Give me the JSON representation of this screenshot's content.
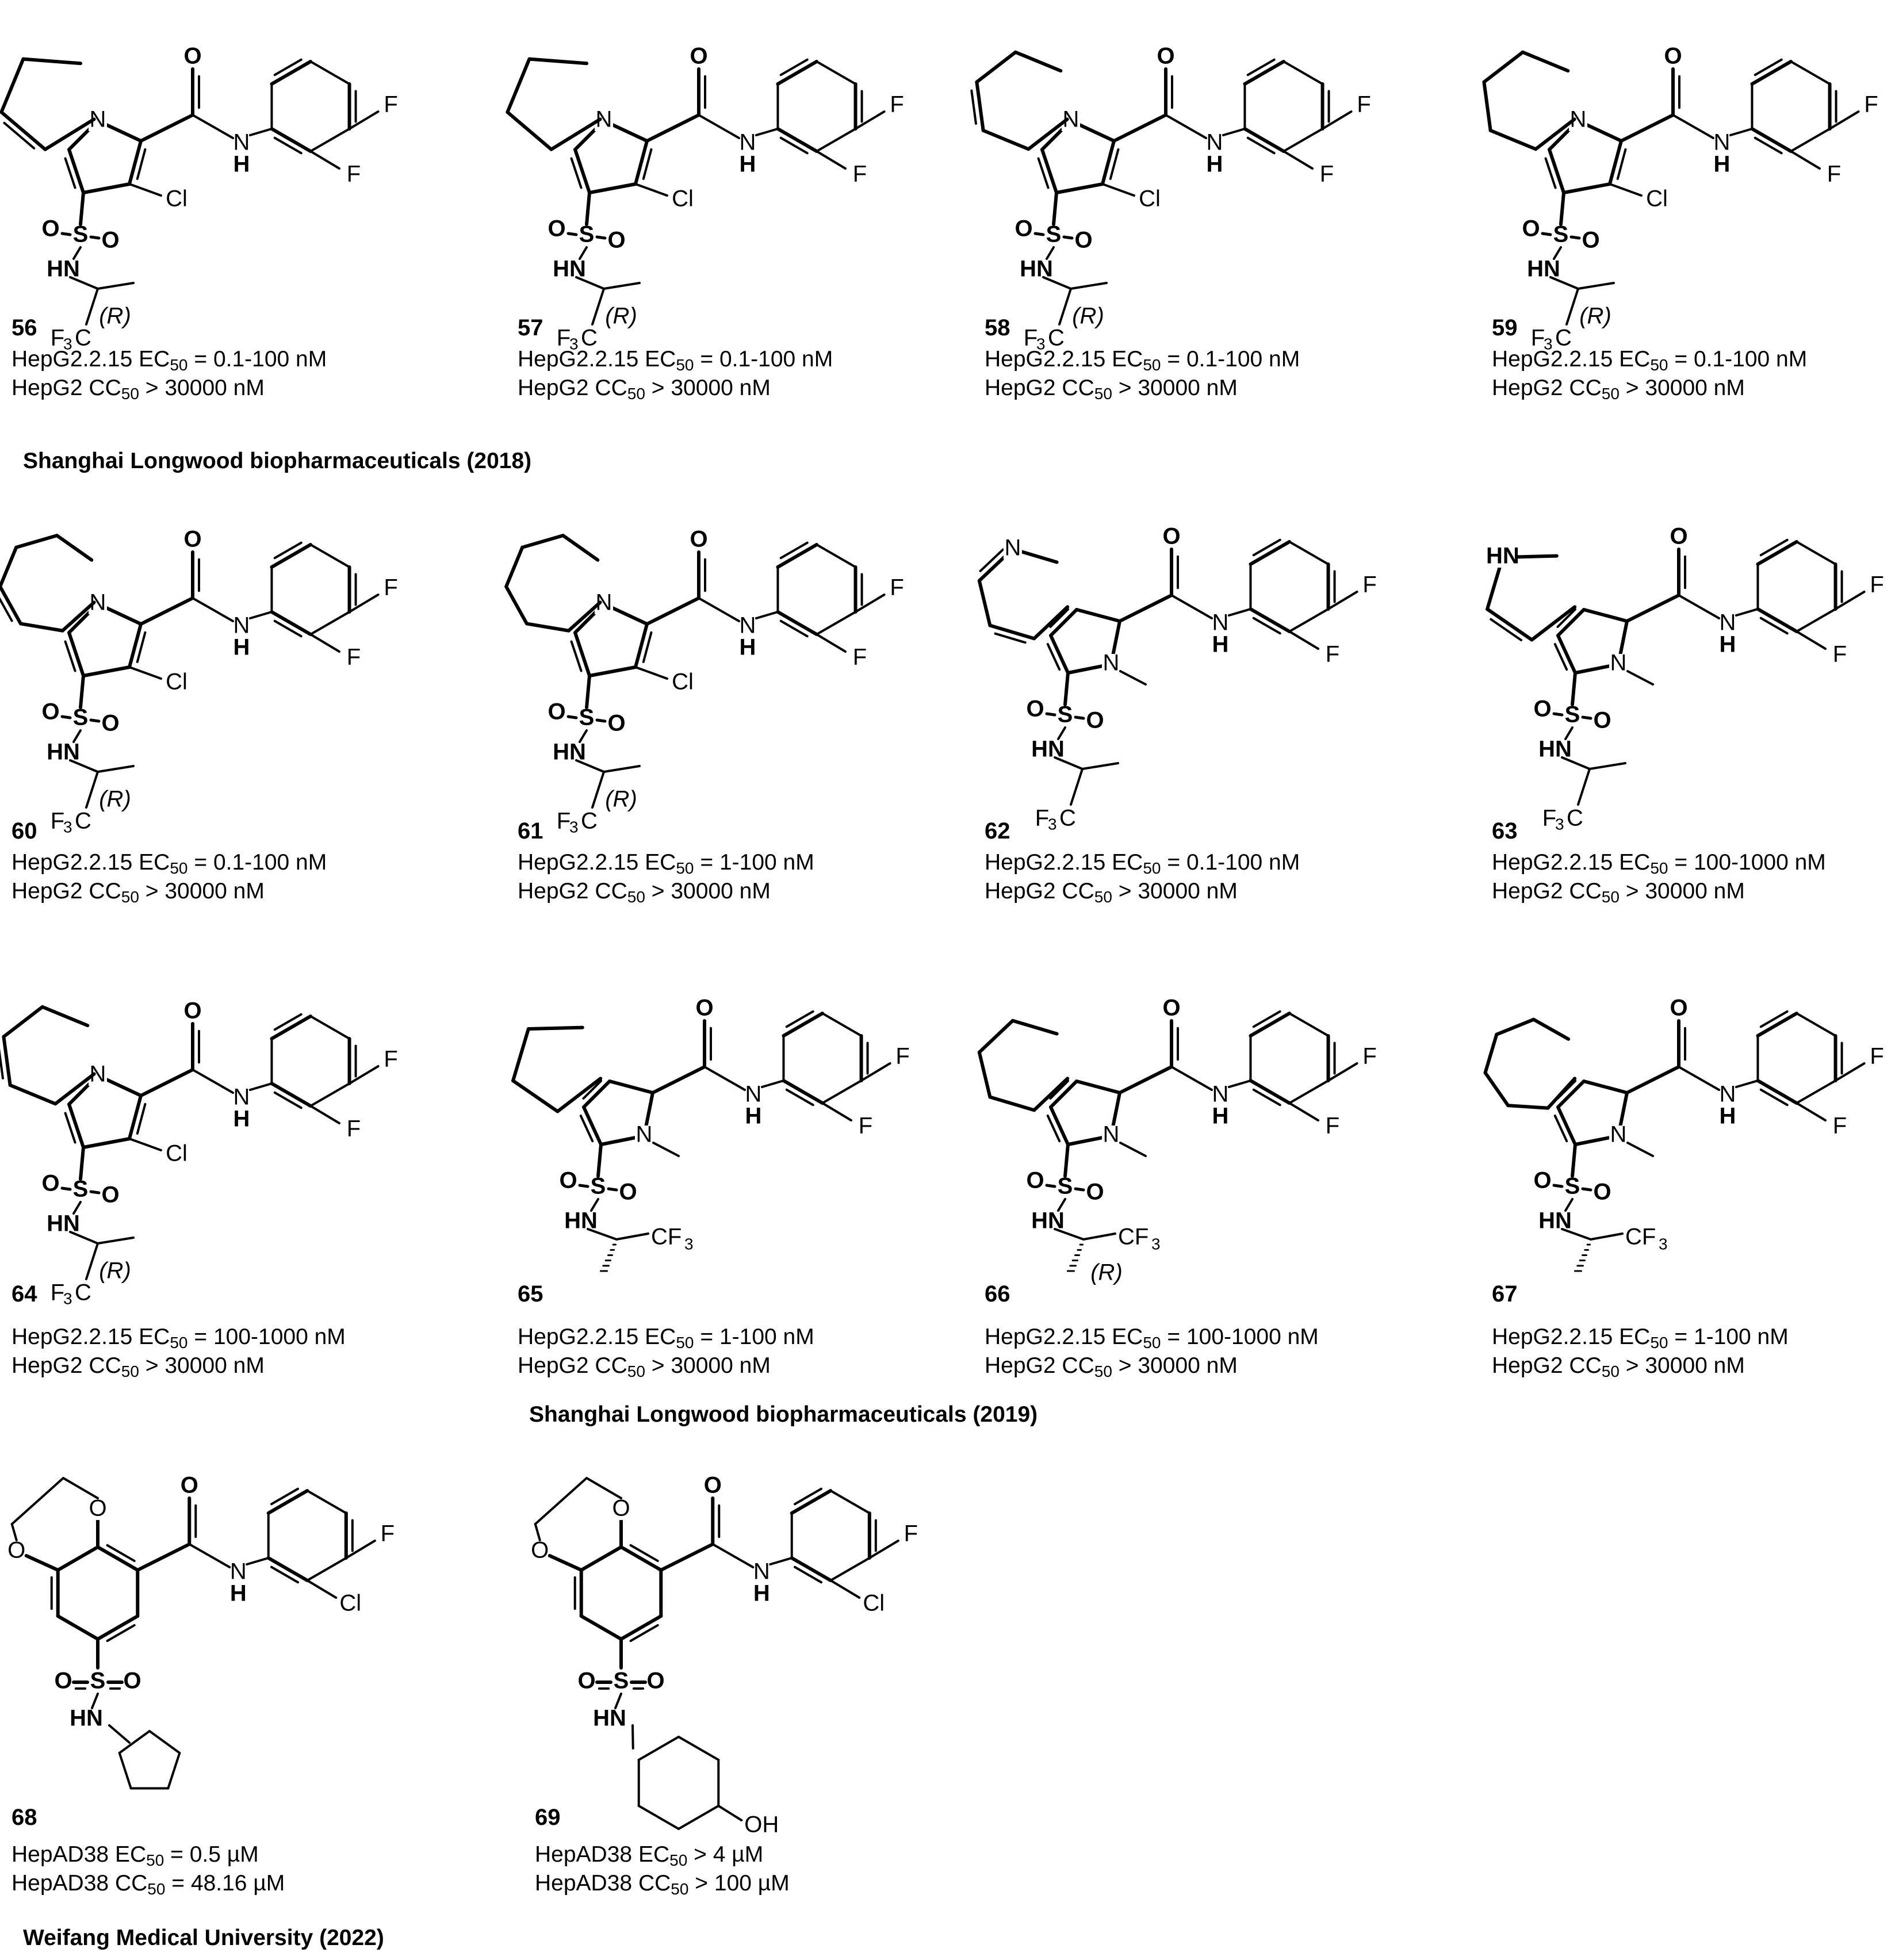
{
  "compounds": [
    {
      "id": "56",
      "cc": "HepG2.2.15",
      "ec_value": " = 0.1-100 nM",
      "cyto": "HepG2",
      "cc_value": " > 30000 nM"
    },
    {
      "id": "57",
      "cc": "HepG2.2.15",
      "ec_value": " = 0.1-100 nM",
      "cyto": "HepG2",
      "cc_value": " > 30000 nM"
    },
    {
      "id": "58",
      "cc": "HepG2.2.15",
      "ec_value": " = 0.1-100 nM",
      "cyto": "HepG2",
      "cc_value": " > 30000 nM"
    },
    {
      "id": "59",
      "cc": "HepG2.2.15",
      "ec_value": " = 0.1-100 nM",
      "cyto": "HepG2",
      "cc_value": " > 30000 nM"
    },
    {
      "id": "60",
      "cc": "HepG2.2.15",
      "ec_value": " = 0.1-100 nM",
      "cyto": "HepG2",
      "cc_value": " > 30000 nM"
    },
    {
      "id": "61",
      "cc": "HepG2.2.15",
      "ec_value": " = 1-100 nM",
      "cyto": "HepG2",
      "cc_value": " > 30000 nM"
    },
    {
      "id": "62",
      "cc": "HepG2.2.15",
      "ec_value": " = 0.1-100 nM",
      "cyto": "HepG2",
      "cc_value": " > 30000 nM"
    },
    {
      "id": "63",
      "cc": "HepG2.2.15",
      "ec_value": " = 100-1000 nM",
      "cyto": "HepG2",
      "cc_value": " > 30000 nM"
    },
    {
      "id": "64",
      "cc": "HepG2.2.15",
      "ec_value": " = 100-1000 nM",
      "cyto": "HepG2",
      "cc_value": " > 30000 nM"
    },
    {
      "id": "65",
      "cc": "HepG2.2.15",
      "ec_value": " = 1-100 nM",
      "cyto": "HepG2",
      "cc_value": " > 30000 nM"
    },
    {
      "id": "66",
      "cc": "HepG2.2.15",
      "ec_value": " = 100-1000 nM",
      "cyto": "HepG2",
      "cc_value": " > 30000 nM"
    },
    {
      "id": "67",
      "cc": "HepG2.2.15",
      "ec_value": " = 1-100 nM",
      "cyto": "HepG2",
      "cc_value": " > 30000 nM"
    },
    {
      "id": "68",
      "cc": "HepAD38",
      "ec_value": " = 0.5 µM",
      "cyto": "HepAD38",
      "cc_value": " = 48.16 µM"
    },
    {
      "id": "69",
      "cc": "HepAD38",
      "ec_value": " > 4 µM",
      "cyto": "HepAD38",
      "cc_value": " > 100 µM"
    }
  ],
  "labels": {
    "ec": "EC",
    "cc": "CC",
    "sub": "50"
  },
  "captions": {
    "row1": "Shanghai Longwood biopharmaceuticals (2018)",
    "row3": "Shanghai Longwood biopharmaceuticals (2019)",
    "row4": "Weifang Medical University (2022)"
  },
  "atoms": {
    "F": "F",
    "Cl": "Cl",
    "O": "O",
    "N": "N",
    "H": "H",
    "S": "S",
    "HN": "HN",
    "R": "(R)",
    "F3C": "F",
    "three": "3",
    "C": "C",
    "CF": "CF",
    "OH": "OH"
  }
}
